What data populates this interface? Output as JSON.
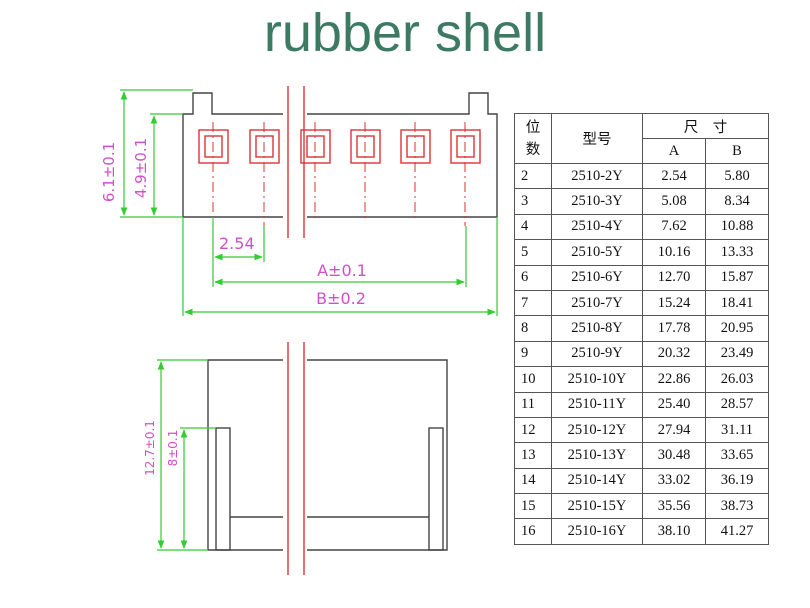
{
  "title": "rubber shell",
  "dimensions": {
    "height_outer": "6.1±0.1",
    "height_inner": "4.9±0.1",
    "pitch": "2.54",
    "dim_a": "A±0.1",
    "dim_b": "B±0.2",
    "side_height_outer": "12.7±0.1",
    "side_height_inner": "8±0.1"
  },
  "table": {
    "header_positions": "位\n数",
    "header_model": "型号",
    "header_size": "尺　寸",
    "header_a": "A",
    "header_b": "B",
    "rows": [
      [
        "2",
        "2510-2Y",
        "2.54",
        "5.80"
      ],
      [
        "3",
        "2510-3Y",
        "5.08",
        "8.34"
      ],
      [
        "4",
        "2510-4Y",
        "7.62",
        "10.88"
      ],
      [
        "5",
        "2510-5Y",
        "10.16",
        "13.33"
      ],
      [
        "6",
        "2510-6Y",
        "12.70",
        "15.87"
      ],
      [
        "7",
        "2510-7Y",
        "15.24",
        "18.41"
      ],
      [
        "8",
        "2510-8Y",
        "17.78",
        "20.95"
      ],
      [
        "9",
        "2510-9Y",
        "20.32",
        "23.49"
      ],
      [
        "10",
        "2510-10Y",
        "22.86",
        "26.03"
      ],
      [
        "11",
        "2510-11Y",
        "25.40",
        "28.57"
      ],
      [
        "12",
        "2510-12Y",
        "27.94",
        "31.11"
      ],
      [
        "13",
        "2510-13Y",
        "30.48",
        "33.65"
      ],
      [
        "14",
        "2510-14Y",
        "33.02",
        "36.19"
      ],
      [
        "15",
        "2510-15Y",
        "35.56",
        "38.73"
      ],
      [
        "16",
        "2510-16Y",
        "38.10",
        "41.27"
      ]
    ]
  },
  "colors": {
    "title": "#3d7a63",
    "outline": "#444444",
    "dimension_line": "#33cc33",
    "dimension_text": "#d050c8",
    "centerline": "#dd3333"
  }
}
